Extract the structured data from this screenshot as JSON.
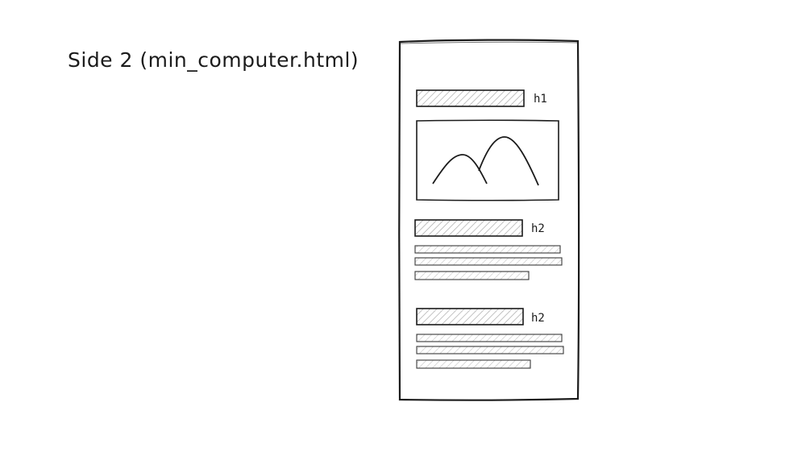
{
  "title": "Side 2 (min_computer.html)",
  "wireframe": {
    "heading1_label": "h1",
    "section1_label": "h2",
    "section2_label": "h2"
  },
  "colors": {
    "ink": "#1b1b1b",
    "hatch": "#9a9a9a"
  }
}
